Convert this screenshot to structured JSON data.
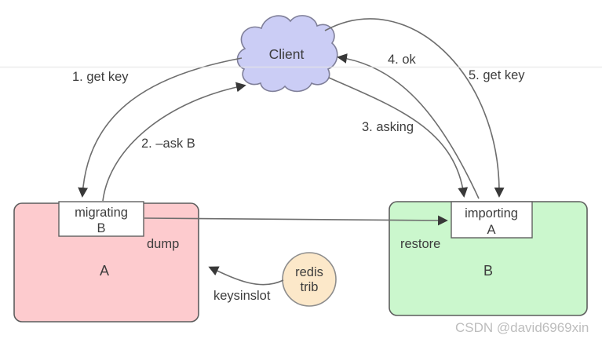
{
  "diagram": {
    "client": {
      "label": "Client"
    },
    "node_a": {
      "name": "A",
      "flag_line1": "migrating",
      "flag_line2": "B",
      "action": "dump"
    },
    "node_b": {
      "name": "B",
      "flag_line1": "importing",
      "flag_line2": "A",
      "action": "restore"
    },
    "trib": {
      "line1": "redis",
      "line2": "trib",
      "command": "keysinslot"
    },
    "steps": {
      "s1": "1. get key",
      "s2": "2. –ask B",
      "s3": "3. asking",
      "s4": "4. ok",
      "s5": "5. get key"
    },
    "watermark": "CSDN @david6969xin",
    "colors": {
      "cloud_fill": "#cbcdf5",
      "cloud_stroke": "#7f7f99",
      "node_a_fill": "#fdcbce",
      "node_b_fill": "#cbf7cd",
      "node_stroke": "#5d5d5d",
      "flag_fill": "#ffffff",
      "flag_stroke": "#606060",
      "trib_fill": "#fce8c9",
      "trib_stroke": "#8d8d8d",
      "arrow": "#6e6e6e",
      "arrowhead": "#383838",
      "text": "#3d3d3d",
      "watermark": "#bdbdbd",
      "divider": "#e6e6e6"
    }
  }
}
